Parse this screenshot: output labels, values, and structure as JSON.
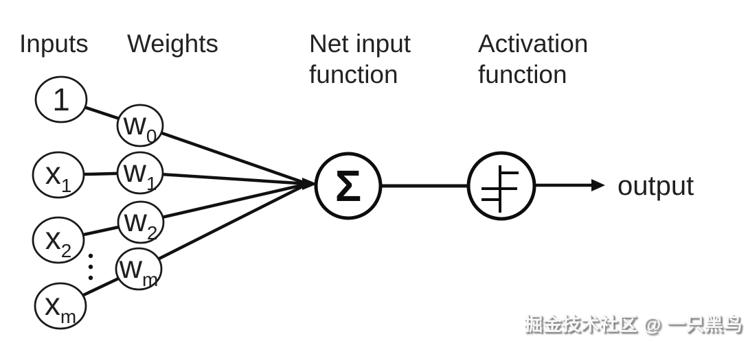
{
  "headers": {
    "inputs": "Inputs",
    "weights": "Weights",
    "net_input": [
      "Net input",
      "function"
    ],
    "activation": [
      "Activation",
      "function"
    ]
  },
  "nodes": {
    "inputs": [
      {
        "label": "1",
        "sub": ""
      },
      {
        "label": "x",
        "sub": "1"
      },
      {
        "label": "x",
        "sub": "2"
      },
      {
        "label": "x",
        "sub": "m"
      }
    ],
    "weights": [
      {
        "label": "w",
        "sub": "0"
      },
      {
        "label": "w",
        "sub": "1"
      },
      {
        "label": "w",
        "sub": "2"
      },
      {
        "label": "w",
        "sub": "m"
      }
    ],
    "sum_symbol": "Σ"
  },
  "icons": {
    "activation": "step-function-icon",
    "more_inputs": "vertical-ellipsis-icon",
    "arrowheads": "right-arrowhead-icon"
  },
  "output_label": "output",
  "watermark": "掘金技术社区 @ 一只黑鸟",
  "colors": {
    "ink": "#111111",
    "background": "#ffffff",
    "watermark_text": "#f8f8f8",
    "watermark_shadow": "#6b6b6b"
  }
}
